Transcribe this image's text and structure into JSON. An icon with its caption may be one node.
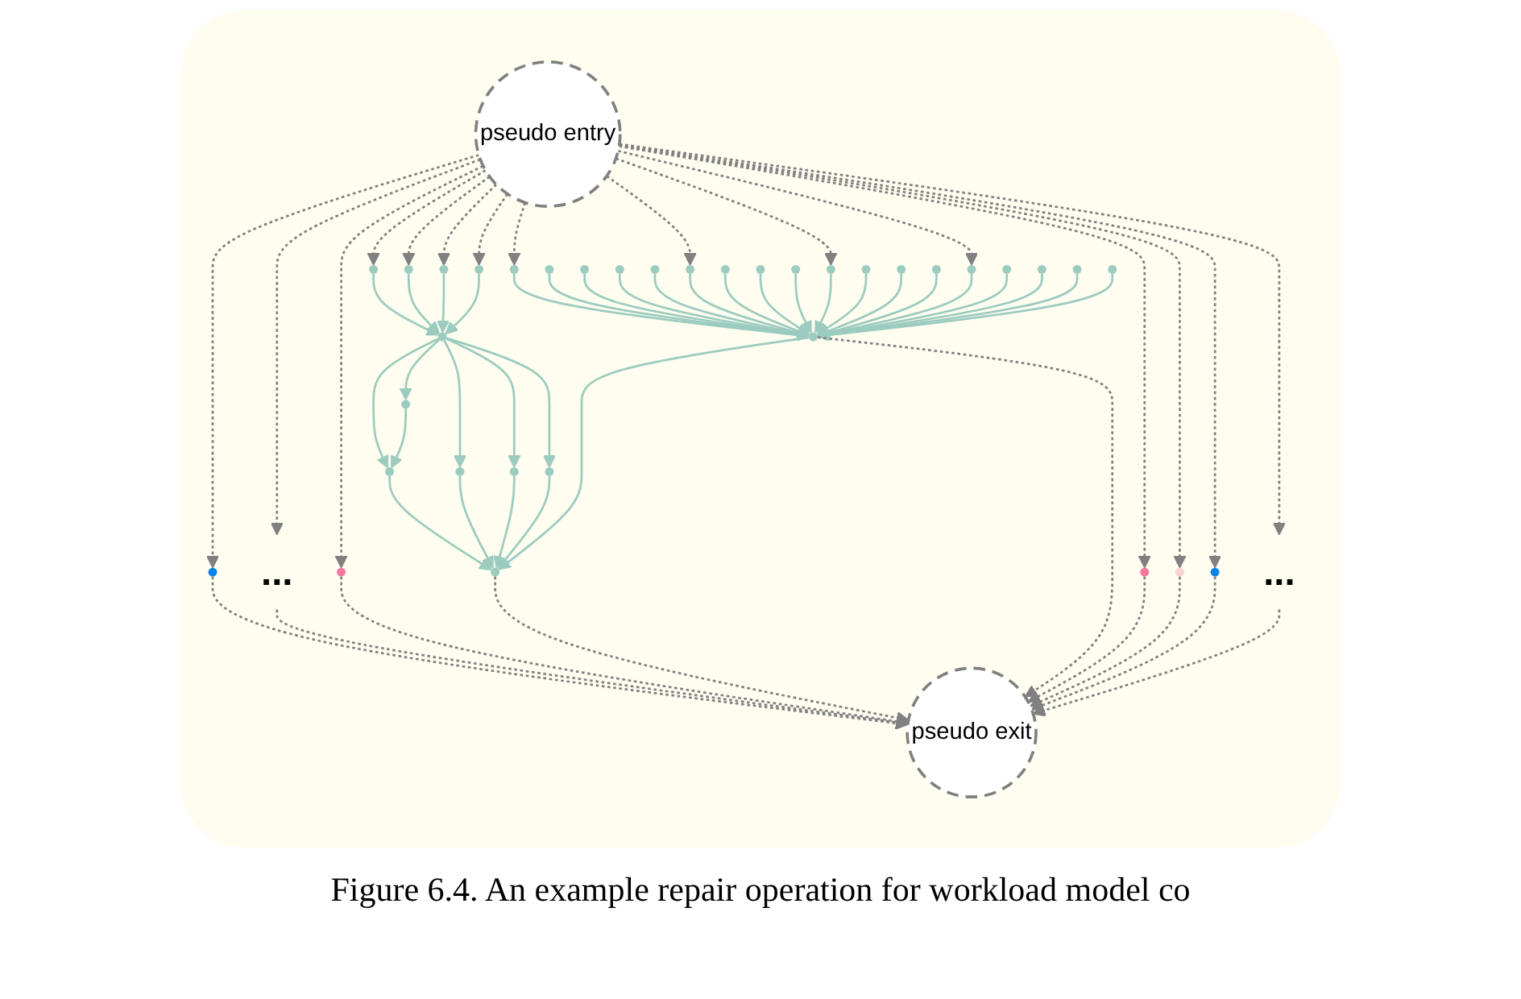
{
  "diagram": {
    "caption": "Figure 6.4. An example repair operation for workload model co",
    "nodes": [
      {
        "text": [
          "pseudo entry"
        ]
      },
      {
        "text": [],
        "shape": "circle"
      },
      {
        "text": [
          "..."
        ]
      },
      {
        "text": [],
        "shape": "circle"
      },
      {
        "text": [],
        "shape": "circle"
      },
      {
        "text": [],
        "shape": "circle"
      },
      {
        "text": [],
        "shape": "circle"
      },
      {
        "text": [],
        "shape": "circle"
      },
      {
        "text": [],
        "shape": "circle"
      },
      {
        "text": [],
        "shape": "circle"
      },
      {
        "text": [],
        "shape": "circle"
      },
      {
        "text": [],
        "shape": "circle"
      },
      {
        "text": [],
        "shape": "circle"
      },
      {
        "text": [],
        "shape": "circle"
      },
      {
        "text": [],
        "shape": "circle"
      },
      {
        "text": [],
        "shape": "circle"
      },
      {
        "text": [],
        "shape": "circle"
      },
      {
        "text": [],
        "shape": "circle"
      },
      {
        "text": [],
        "shape": "circle"
      },
      {
        "text": [],
        "shape": "circle"
      },
      {
        "text": [],
        "shape": "circle"
      },
      {
        "text": [],
        "shape": "circle"
      },
      {
        "text": [],
        "shape": "circle"
      },
      {
        "text": [],
        "shape": "circle"
      },
      {
        "text": [],
        "shape": "circle"
      },
      {
        "text": [],
        "shape": "circle"
      },
      {
        "text": [],
        "shape": "circle"
      },
      {
        "text": [],
        "shape": "circle"
      },
      {
        "text": [],
        "shape": "circle"
      },
      {
        "text": [],
        "shape": "circle"
      },
      {
        "text": [],
        "shape": "circle"
      },
      {
        "text": [],
        "shape": "circle"
      },
      {
        "text": [],
        "shape": "circle"
      },
      {
        "text": [],
        "shape": "circle"
      },
      {
        "text": [],
        "shape": "circle"
      },
      {
        "text": [],
        "shape": "circle"
      },
      {
        "text": [],
        "shape": "circle"
      },
      {
        "text": [
          "..."
        ]
      },
      {
        "text": [
          "pseudo exit"
        ]
      }
    ],
    "edges": [
      {
        "from": 0,
        "to": 1,
        "arrow": "to",
        "style": "dashed",
        "color": "#808080"
      },
      {
        "from": 0,
        "to": 2,
        "arrow": "to",
        "style": "dashed",
        "color": "#808080"
      },
      {
        "from": 0,
        "to": 3,
        "arrow": "to",
        "style": "dashed",
        "color": "#808080"
      },
      {
        "from": 0,
        "to": 4,
        "arrow": "to",
        "style": "dashed",
        "color": "#808080"
      },
      {
        "from": 0,
        "to": 5,
        "arrow": "to",
        "style": "dashed",
        "color": "#808080"
      },
      {
        "from": 0,
        "to": 6,
        "arrow": "to",
        "style": "dashed",
        "color": "#808080"
      },
      {
        "from": 0,
        "to": 7,
        "arrow": "to",
        "style": "dashed",
        "color": "#808080"
      },
      {
        "from": 0,
        "to": 15,
        "arrow": "to",
        "style": "dashed",
        "color": "#808080"
      },
      {
        "from": 0,
        "to": 20,
        "arrow": "to",
        "style": "dashed",
        "color": "#808080"
      },
      {
        "from": 0,
        "to": 24,
        "arrow": "to",
        "style": "dashed",
        "color": "#808080"
      },
      {
        "from": 0,
        "to": 28,
        "arrow": "to",
        "style": "dashed",
        "color": "#808080"
      },
      {
        "from": 0,
        "to": 34,
        "arrow": "to",
        "style": "dashed",
        "color": "#808080"
      },
      {
        "from": 0,
        "to": 35,
        "arrow": "to",
        "style": "dashed",
        "color": "#808080"
      },
      {
        "from": 0,
        "to": 36,
        "arrow": "to",
        "style": "dashed",
        "color": "#808080"
      },
      {
        "from": 0,
        "to": 37,
        "arrow": "to",
        "style": "dashed",
        "color": "#808080"
      },
      {
        "from": 4,
        "to": 8,
        "arrow": "to"
      },
      {
        "from": 5,
        "to": 8,
        "arrow": "to"
      },
      {
        "from": 6,
        "to": 8,
        "arrow": "to"
      },
      {
        "from": 7,
        "to": 8,
        "arrow": "to"
      },
      {
        "from": 8,
        "to": 9,
        "arrow": "to"
      },
      {
        "from": 8,
        "to": 10,
        "arrow": "to"
      },
      {
        "from": 8,
        "to": 11,
        "arrow": "to"
      },
      {
        "from": 8,
        "to": 12,
        "arrow": "to"
      },
      {
        "from": 8,
        "to": 13,
        "arrow": "to"
      },
      {
        "from": 9,
        "to": 10,
        "arrow": "to"
      },
      {
        "from": 10,
        "to": 14,
        "arrow": "to"
      },
      {
        "from": 11,
        "to": 14,
        "arrow": "to"
      },
      {
        "from": 12,
        "to": 14,
        "arrow": "to"
      },
      {
        "from": 13,
        "to": 14,
        "arrow": "to"
      },
      {
        "from": 15,
        "to": 33,
        "arrow": "to"
      },
      {
        "from": 16,
        "to": 33,
        "arrow": "to"
      },
      {
        "from": 17,
        "to": 33,
        "arrow": "to"
      },
      {
        "from": 18,
        "to": 33,
        "arrow": "to"
      },
      {
        "from": 19,
        "to": 33,
        "arrow": "to"
      },
      {
        "from": 20,
        "to": 33,
        "arrow": "to"
      },
      {
        "from": 21,
        "to": 33,
        "arrow": "to"
      },
      {
        "from": 22,
        "to": 33,
        "arrow": "to"
      },
      {
        "from": 23,
        "to": 33,
        "arrow": "to"
      },
      {
        "from": 24,
        "to": 33,
        "arrow": "to"
      },
      {
        "from": 25,
        "to": 33,
        "arrow": "to"
      },
      {
        "from": 26,
        "to": 33,
        "arrow": "to"
      },
      {
        "from": 27,
        "to": 33,
        "arrow": "to"
      },
      {
        "from": 28,
        "to": 33,
        "arrow": "to"
      },
      {
        "from": 29,
        "to": 33,
        "arrow": "to"
      },
      {
        "from": 30,
        "to": 33,
        "arrow": "to"
      },
      {
        "from": 31,
        "to": 33,
        "arrow": "to"
      },
      {
        "from": 32,
        "to": 33,
        "arrow": "to"
      },
      {
        "from": 33,
        "to": 14,
        "arrow": "to"
      },
      {
        "from": 1,
        "to": 38,
        "arrow": "to",
        "style": "dashed",
        "color": "#808080"
      },
      {
        "from": 2,
        "to": 38,
        "arrow": "to",
        "style": "dashed",
        "color": "#808080"
      },
      {
        "from": 3,
        "to": 38,
        "arrow": "to",
        "style": "dashed",
        "color": "#808080"
      },
      {
        "from": 14,
        "to": 38,
        "arrow": "to",
        "style": "dashed",
        "color": "#808080"
      },
      {
        "from": 33,
        "to": 38,
        "arrow": "to",
        "style": "dashed",
        "color": "#808080"
      },
      {
        "from": 34,
        "to": 38,
        "arrow": "to",
        "style": "dashed",
        "color": "#808080"
      },
      {
        "from": 35,
        "to": 38,
        "arrow": "to",
        "style": "dashed",
        "color": "#808080"
      },
      {
        "from": 36,
        "to": 38,
        "arrow": "to",
        "style": "dashed",
        "color": "#808080"
      },
      {
        "from": 37,
        "to": 38,
        "arrow": "to",
        "style": "dashed",
        "color": "#808080"
      }
    ]
  }
}
